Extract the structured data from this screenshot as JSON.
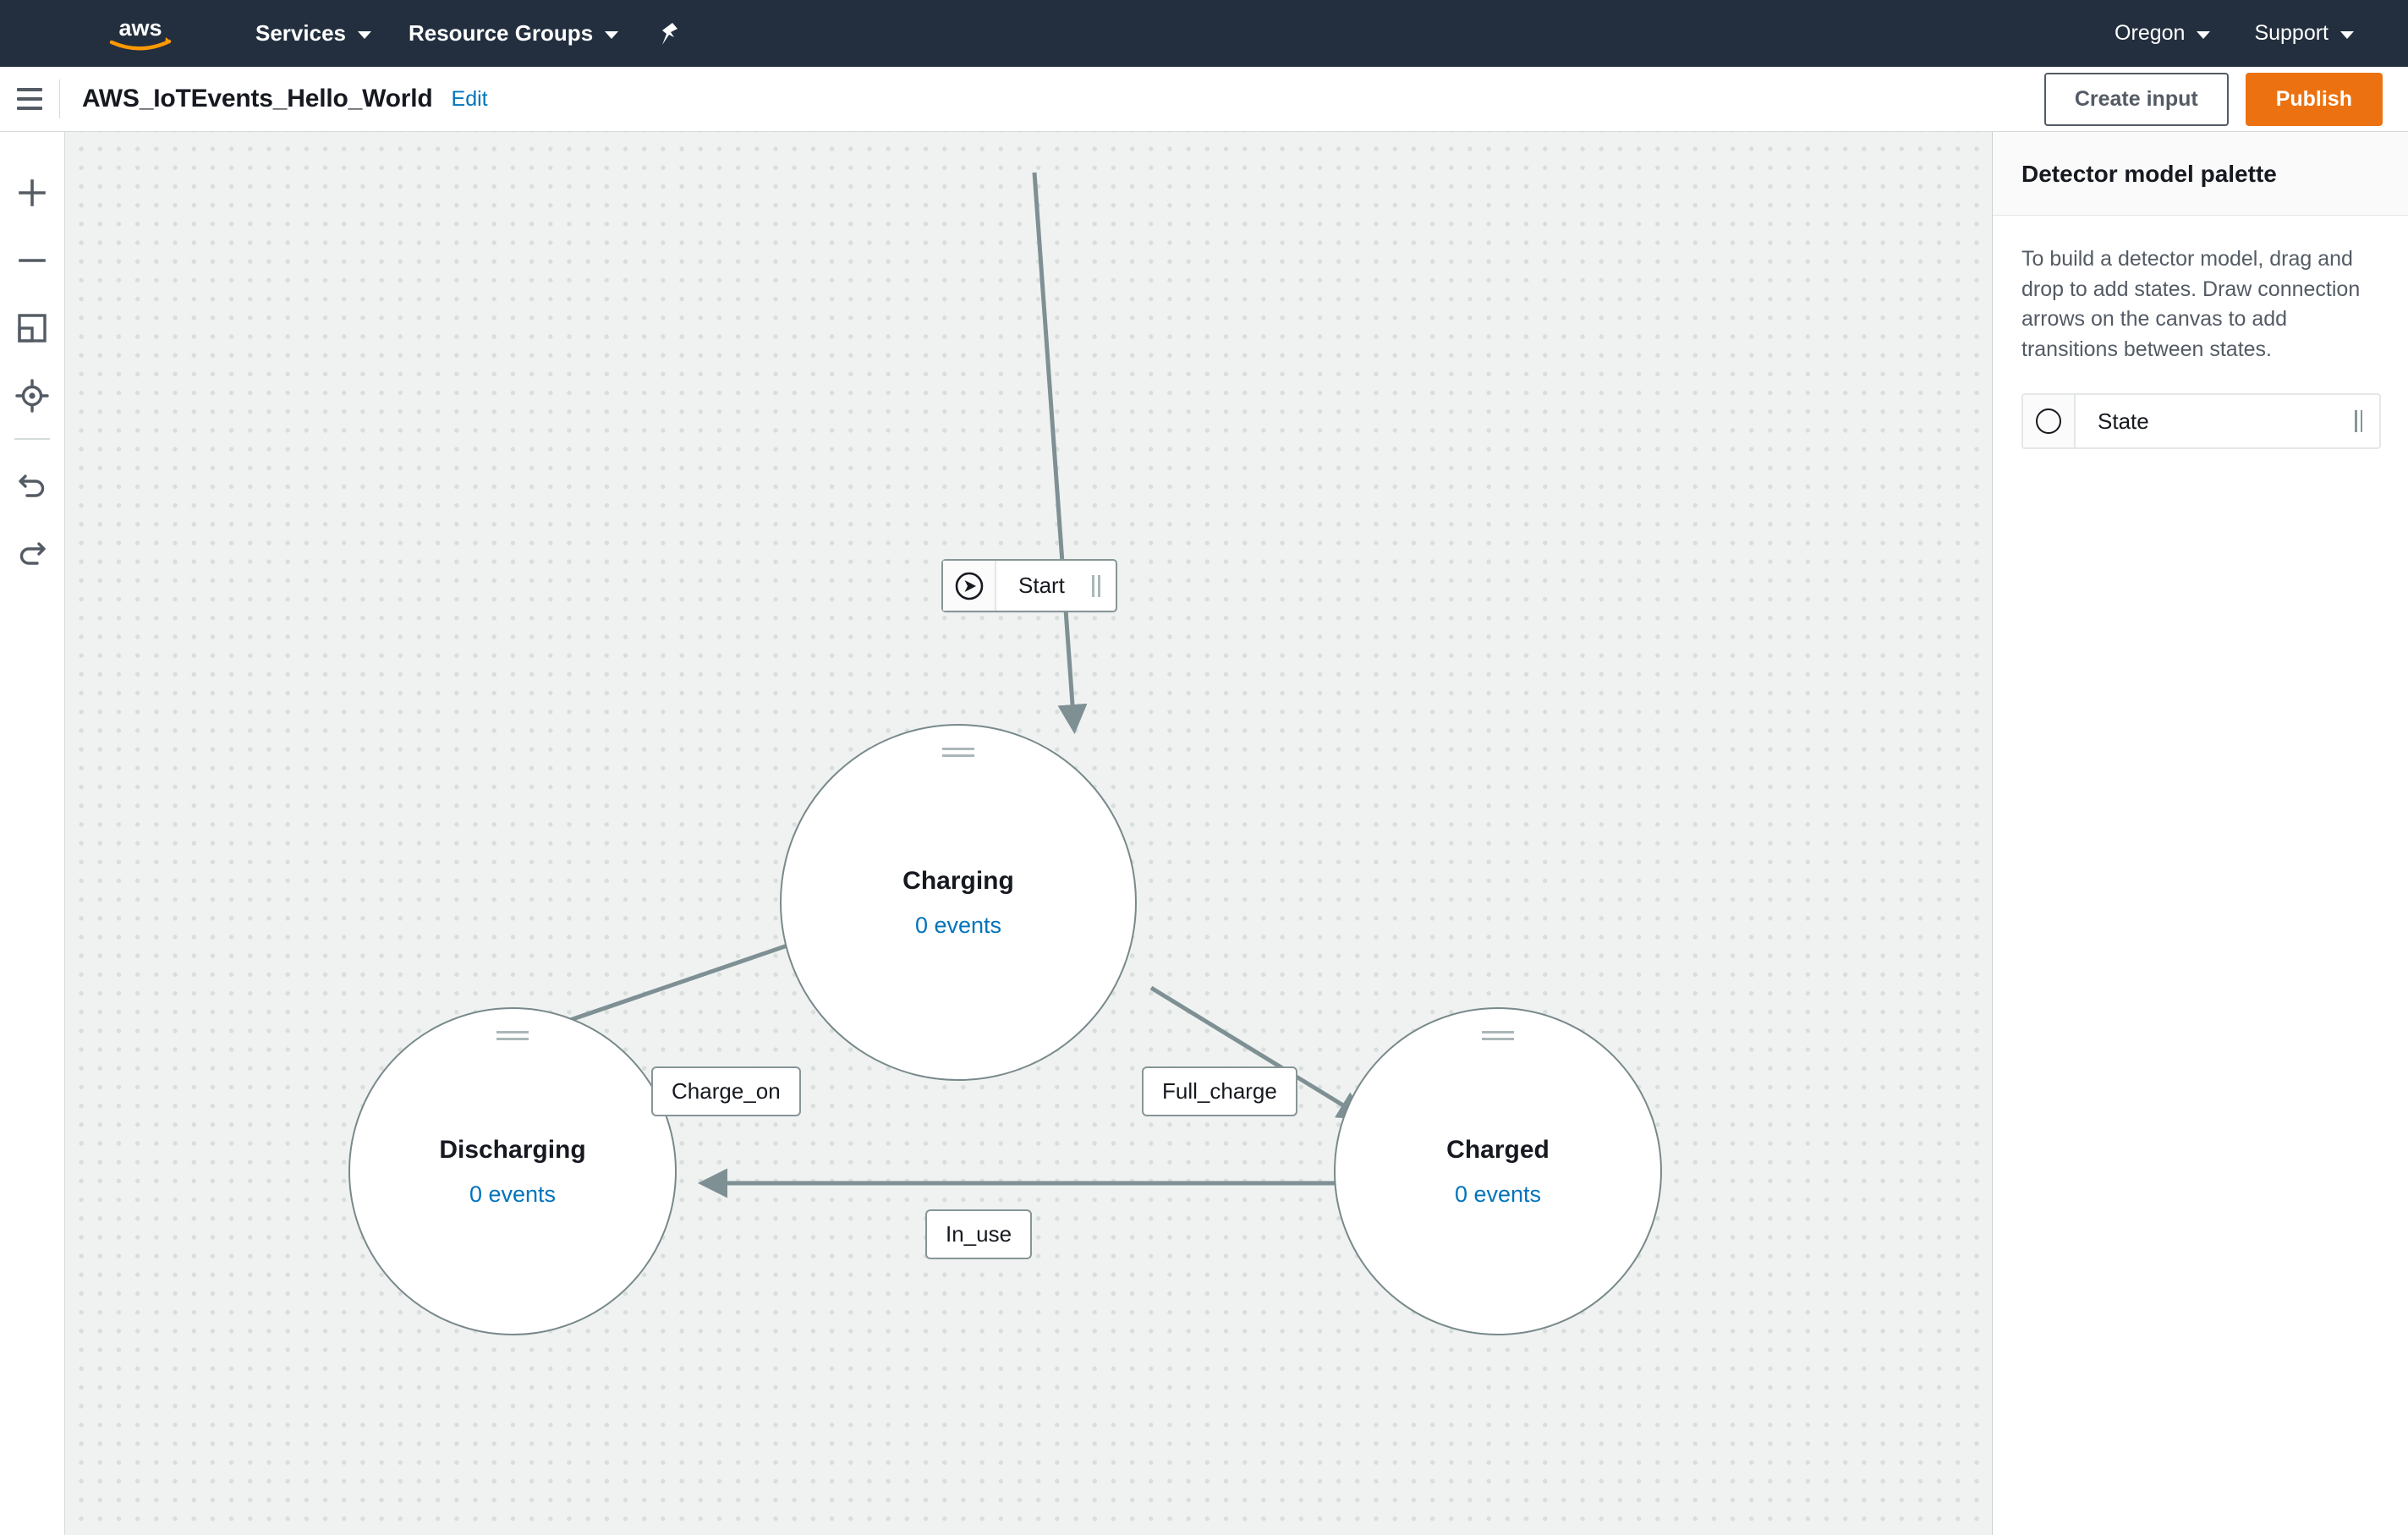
{
  "nav": {
    "logo_alt": "aws-logo",
    "items": [
      {
        "label": "Services",
        "icon": "chevron-down-icon"
      },
      {
        "label": "Resource Groups",
        "icon": "chevron-down-icon"
      }
    ],
    "pin_icon": "pin-icon",
    "right_items": [
      {
        "label": "Oregon",
        "icon": "chevron-down-icon"
      },
      {
        "label": "Support",
        "icon": "chevron-down-icon"
      }
    ]
  },
  "header": {
    "menu_icon": "hamburger-icon",
    "title": "AWS_IoTEvents_Hello_World",
    "edit_label": "Edit",
    "create_input_label": "Create input",
    "publish_label": "Publish",
    "publish_color": "#ec7211"
  },
  "toolbar": {
    "items": [
      {
        "name": "zoom-in-icon",
        "label": "Zoom in"
      },
      {
        "name": "zoom-out-icon",
        "label": "Zoom out"
      },
      {
        "name": "fit-to-screen-icon",
        "label": "Fit to screen"
      },
      {
        "name": "center-target-icon",
        "label": "Center"
      },
      {
        "name": "undo-icon",
        "label": "Undo"
      },
      {
        "name": "redo-icon",
        "label": "Redo"
      }
    ]
  },
  "canvas": {
    "start_node": {
      "label": "Start",
      "icon": "play-circle-icon"
    },
    "states": [
      {
        "id": "charging",
        "name": "Charging",
        "events": "0 events"
      },
      {
        "id": "discharging",
        "name": "Discharging",
        "events": "0 events"
      },
      {
        "id": "charged",
        "name": "Charged",
        "events": "0 events"
      }
    ],
    "transitions": [
      {
        "id": "charge_on",
        "label": "Charge_on",
        "from": "Discharging",
        "to": "Charging"
      },
      {
        "id": "full_charge",
        "label": "Full_charge",
        "from": "Charging",
        "to": "Charged"
      },
      {
        "id": "in_use",
        "label": "In_use",
        "from": "Charged",
        "to": "Discharging"
      }
    ],
    "start_transition": {
      "from": "Start",
      "to": "Charging"
    },
    "colors": {
      "background": "#eff2f1",
      "dot": "#d7dedc",
      "edge": "#879596",
      "state_border": "#79898b",
      "events_link": "#0073bb"
    }
  },
  "palette": {
    "title": "Detector model palette",
    "description": "To build a detector model, drag and drop to add states. Draw connection arrows on the canvas to add transitions between states.",
    "card": {
      "label": "State",
      "icon": "circle-outline-icon"
    }
  }
}
